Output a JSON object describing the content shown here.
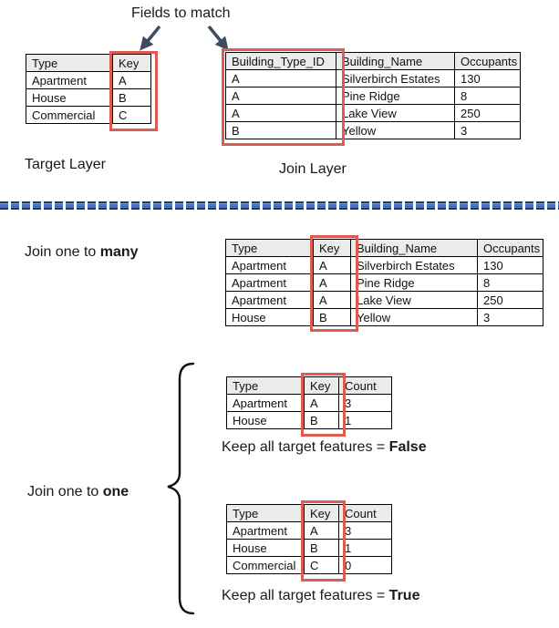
{
  "colors": {
    "highlight_red": "#DE5B51",
    "header_gray": "#EBEBEB",
    "arrow_navy": "#3E4C61",
    "divider_dark": "#1F3864",
    "divider_blue": "#4472C4"
  },
  "annotations": {
    "fields_to_match": "Fields to match",
    "target_layer": "Target Layer",
    "join_layer": "Join Layer"
  },
  "target_table": {
    "headers": [
      "Type",
      "Key"
    ],
    "rows": [
      [
        "Apartment",
        "A"
      ],
      [
        "House",
        "B"
      ],
      [
        "Commercial",
        "C"
      ]
    ]
  },
  "join_table": {
    "headers": [
      "Building_Type_ID",
      "Building_Name",
      "Occupants"
    ],
    "rows": [
      [
        "A",
        "Silverbirch Estates",
        "130"
      ],
      [
        "A",
        "Pine Ridge",
        "8"
      ],
      [
        "A",
        "Lake View",
        "250"
      ],
      [
        "B",
        "Yellow",
        "3"
      ]
    ]
  },
  "join_one_to_many": {
    "label_prefix": "Join one to ",
    "label_bold": "many",
    "table": {
      "headers": [
        "Type",
        "Key",
        "Building_Name",
        "Occupants"
      ],
      "rows": [
        [
          "Apartment",
          "A",
          "Silverbirch Estates",
          "130"
        ],
        [
          "Apartment",
          "A",
          "Pine Ridge",
          "8"
        ],
        [
          "Apartment",
          "A",
          "Lake View",
          "250"
        ],
        [
          "House",
          "B",
          "Yellow",
          "3"
        ]
      ]
    }
  },
  "join_one_to_one": {
    "label_prefix": "Join one to ",
    "label_bold": "one",
    "keep_false": {
      "table": {
        "headers": [
          "Type",
          "Key",
          "Count"
        ],
        "rows": [
          [
            "Apartment",
            "A",
            "3"
          ],
          [
            "House",
            "B",
            "1"
          ]
        ]
      },
      "caption_prefix": "Keep all target features = ",
      "caption_bold": "False"
    },
    "keep_true": {
      "table": {
        "headers": [
          "Type",
          "Key",
          "Count"
        ],
        "rows": [
          [
            "Apartment",
            "A",
            "3"
          ],
          [
            "House",
            "B",
            "1"
          ],
          [
            "Commercial",
            "C",
            "0"
          ]
        ]
      },
      "caption_prefix": "Keep all target features = ",
      "caption_bold": "True"
    }
  }
}
